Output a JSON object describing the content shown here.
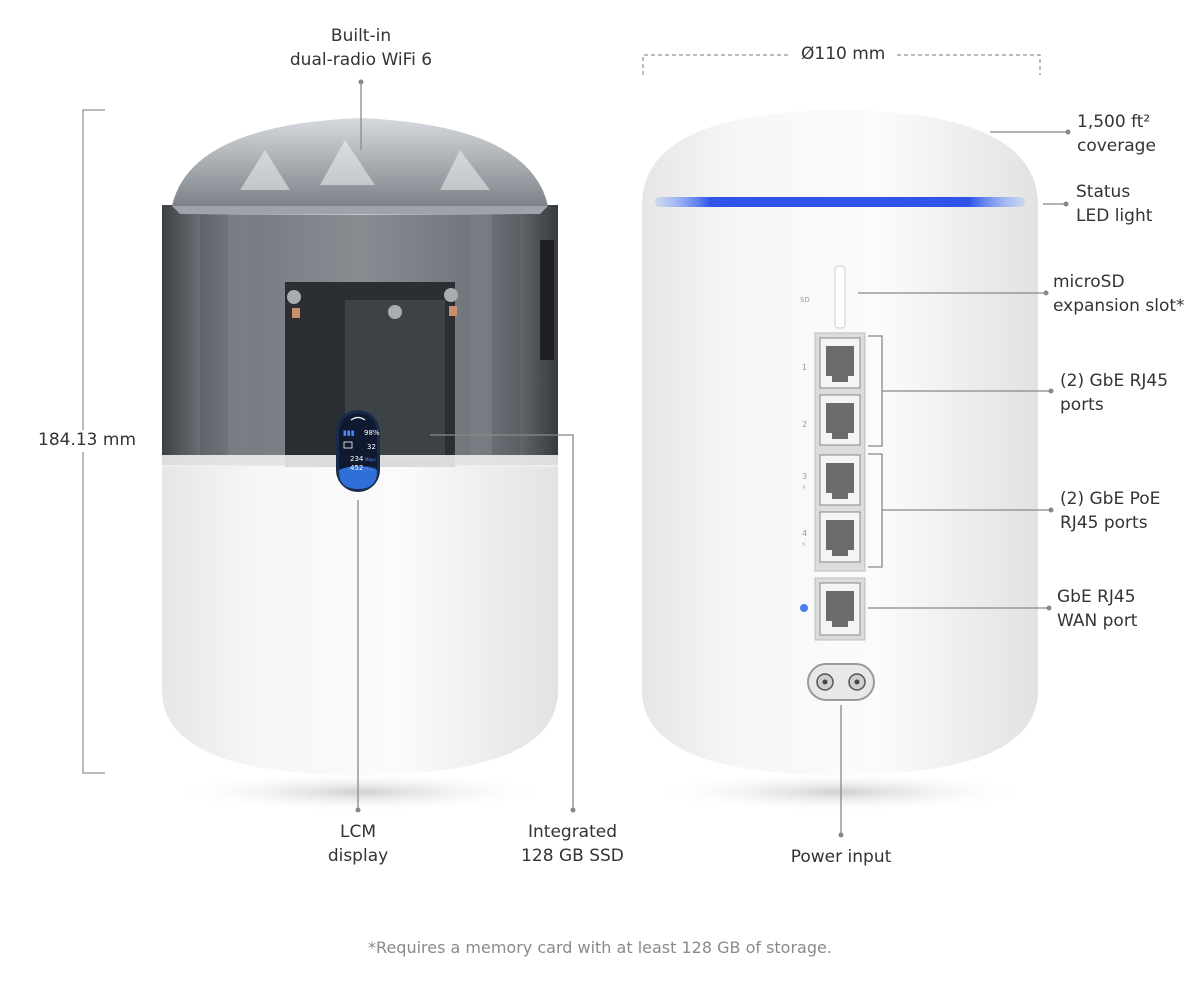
{
  "dimensions": {
    "height": "184.13 mm",
    "diameter": "Ø110 mm"
  },
  "left_labels": {
    "top": [
      "Built-in",
      "dual-radio WiFi 6"
    ],
    "lcm": [
      "LCM",
      "display"
    ],
    "ssd": [
      "Integrated",
      "128 GB SSD"
    ]
  },
  "right_labels": {
    "coverage": [
      "1,500 ft²",
      "coverage"
    ],
    "status": [
      "Status",
      "LED light"
    ],
    "sd": [
      "microSD",
      "expansion slot*"
    ],
    "lan": [
      "(2) GbE RJ45",
      "ports"
    ],
    "poe": [
      "(2) GbE PoE",
      "RJ45 ports"
    ],
    "wan": [
      "GbE RJ45",
      "WAN port"
    ],
    "power": "Power input"
  },
  "lcm_screen": {
    "signal": "98%",
    "clients": "32",
    "down": "234",
    "up": "452",
    "unit": "Mbps"
  },
  "port_numbers": [
    "1",
    "2",
    "3",
    "4"
  ],
  "sd_mark": "SD",
  "footnote": "*Requires a memory card with at least 128 GB of storage.",
  "colors": {
    "led": "#2f55e8",
    "leader": "#888888",
    "shell": "#f4f4f4"
  }
}
